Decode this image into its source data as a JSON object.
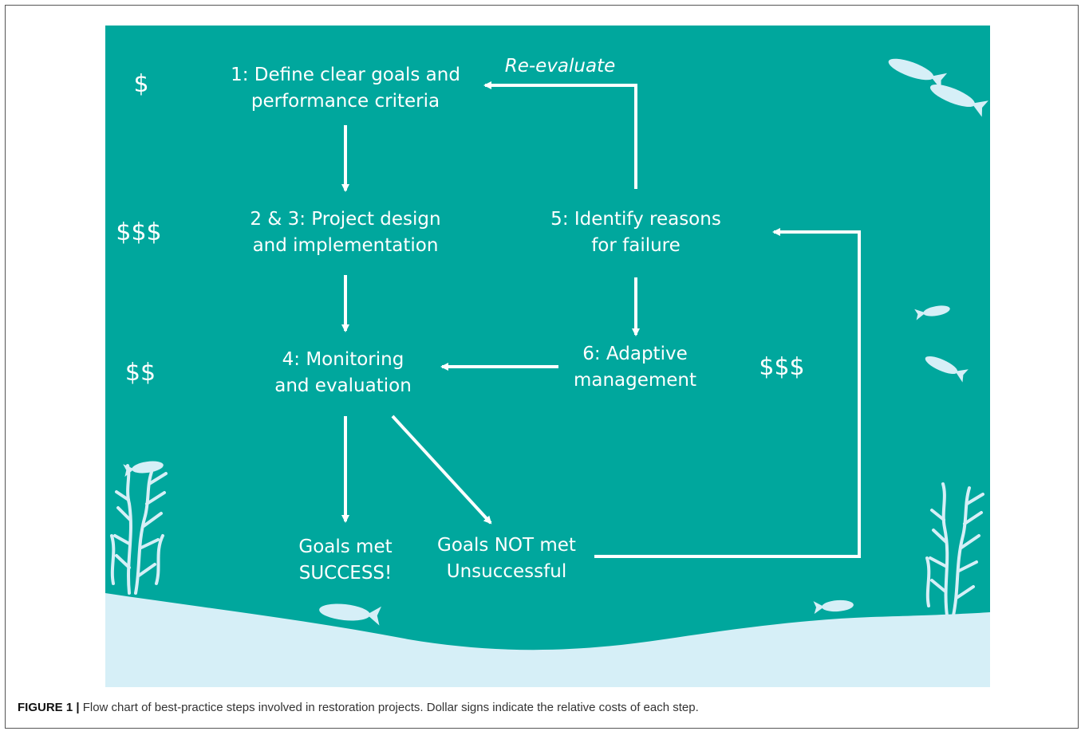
{
  "diagram": {
    "steps": {
      "step1": [
        "1: Define clear goals and",
        "performance criteria"
      ],
      "step23": [
        "2 & 3: Project design",
        "and implementation"
      ],
      "step4": [
        "4: Monitoring",
        "and evaluation"
      ],
      "step5": [
        "5: Identify reasons",
        "for failure"
      ],
      "step6": [
        "6: Adaptive",
        "management"
      ],
      "success": [
        "Goals met",
        "SUCCESS!"
      ],
      "fail": [
        "Goals NOT met",
        "Unsuccessful"
      ]
    },
    "loop_label": "Re-evaluate",
    "costs": {
      "step1": "$",
      "step23": "$$$",
      "step4": "$$",
      "loop": "$$$"
    },
    "colors": {
      "water": "#00a79d",
      "sand": "#d6eff7",
      "silhouette": "#d6eff7",
      "text": "#ffffff"
    }
  },
  "caption": {
    "label": "FIGURE 1 |",
    "text": " Flow chart of best-practice steps involved in restoration projects. Dollar signs indicate the relative costs of each step."
  }
}
